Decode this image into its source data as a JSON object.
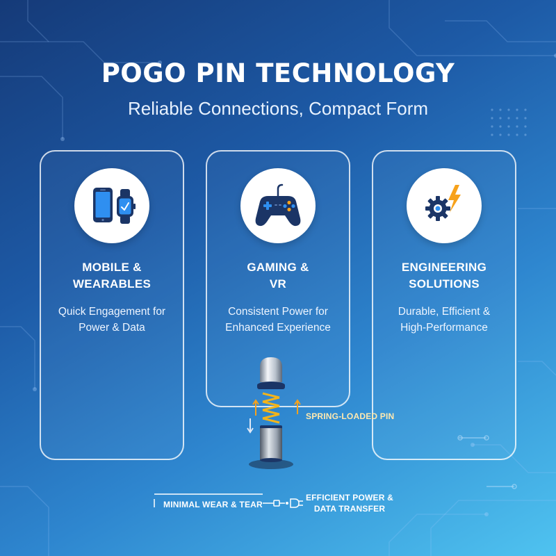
{
  "header": {
    "title": "POGO PIN TECHNOLOGY",
    "subtitle": "Reliable Connections, Compact Form"
  },
  "cards": [
    {
      "icon": "phone-smartwatch-icon",
      "title_line1": "MOBILE &",
      "title_line2": "WEARABLES",
      "desc_line1": "Quick Engagement for",
      "desc_line2": "Power & Data"
    },
    {
      "icon": "gamepad-icon",
      "title_line1": "GAMING &",
      "title_line2": "VR",
      "desc_line1": "Consistent Power for",
      "desc_line2": "Enhanced Experience"
    },
    {
      "icon": "gear-lightning-icon",
      "title_line1": "ENGINEERING",
      "title_line2": "SOLUTIONS",
      "desc_line1": "Durable, Efficient &",
      "desc_line2": "High-Performance"
    }
  ],
  "pin": {
    "icon": "pogo-pin-icon",
    "label": "SPRING-LOADED PIN"
  },
  "footer": {
    "left_label": "MINIMAL WEAR & TEAR",
    "right_line1": "EFFICIENT POWER &",
    "right_line2": "DATA TRANSFER",
    "connector_icon": "plug-connector-icon"
  },
  "colors": {
    "background_top": "#153a78",
    "background_bottom": "#4fc3f0",
    "icon_navy": "#1b3566",
    "accent_blue": "#2f8ff0",
    "accent_orange": "#f7a21b",
    "spring_gold": "#f4b41a"
  }
}
